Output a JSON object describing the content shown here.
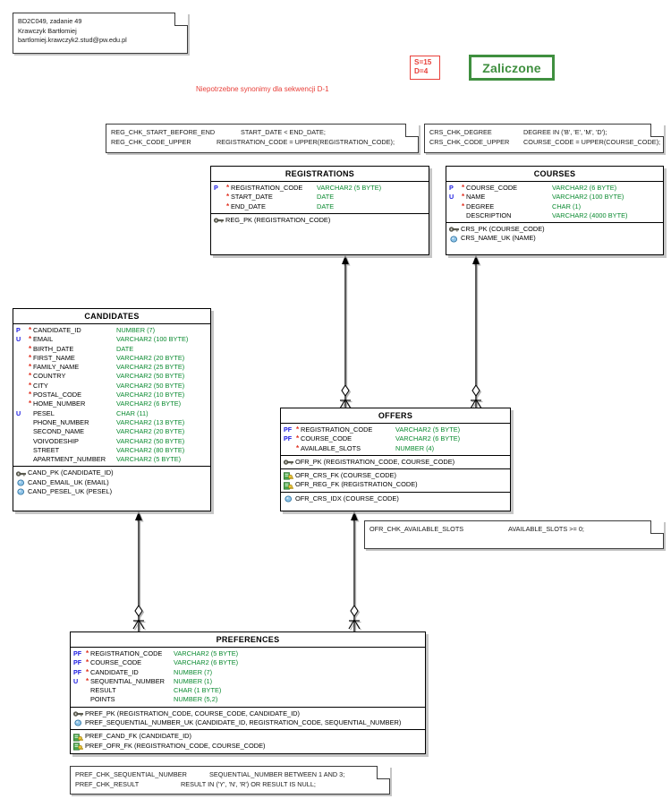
{
  "header_note": {
    "lines": [
      "BD2C049, zadanie 49",
      "Krawczyk Bartłomiej",
      "bartlomiej.krawczyk2.stud@pw.edu.pl"
    ]
  },
  "score_badge": {
    "line1": "S=15",
    "line2": "D=4",
    "color": "#e8403a"
  },
  "pass_badge": {
    "label": "Zaliczone",
    "color": "#3f8f3f"
  },
  "warning": {
    "text": "Niepotrzebne synonimy dla sekwencji D-1",
    "color": "#e8403a"
  },
  "notes": {
    "registrations_checks": {
      "rows": [
        {
          "name": "REG_CHK_START_BEFORE_END",
          "expr": "START_DATE < END_DATE;"
        },
        {
          "name": "REG_CHK_CODE_UPPER",
          "expr": "REGISTRATION_CODE = UPPER(REGISTRATION_CODE);"
        }
      ]
    },
    "courses_checks": {
      "rows": [
        {
          "name": "CRS_CHK_DEGREE",
          "expr": "DEGREE IN ('B', 'E', 'M', 'D');"
        },
        {
          "name": "CRS_CHK_CODE_UPPER",
          "expr": "COURSE_CODE = UPPER(COURSE_CODE);"
        }
      ]
    },
    "offers_checks": {
      "rows": [
        {
          "name": "OFR_CHK_AVAILABLE_SLOTS",
          "expr": "AVAILABLE_SLOTS >= 0;"
        }
      ]
    },
    "preferences_checks": {
      "rows": [
        {
          "name": "PREF_CHK_SEQUENTIAL_NUMBER",
          "expr": "SEQUENTIAL_NUMBER BETWEEN 1 AND 3;"
        },
        {
          "name": "PREF_CHK_RESULT",
          "expr": "RESULT IN ('Y', 'N', 'R') OR RESULT IS NULL;"
        }
      ]
    }
  },
  "entities": {
    "registrations": {
      "title": "REGISTRATIONS",
      "attributes": [
        {
          "key": "P",
          "mandatory": "*",
          "name": "REGISTRATION_CODE",
          "type": "VARCHAR2 (5 BYTE)"
        },
        {
          "key": "",
          "mandatory": "*",
          "name": "START_DATE",
          "type": "DATE"
        },
        {
          "key": "",
          "mandatory": "*",
          "name": "END_DATE",
          "type": "DATE"
        }
      ],
      "keys": [
        {
          "icon": "pk-icon",
          "label": "REG_PK (REGISTRATION_CODE)"
        }
      ]
    },
    "courses": {
      "title": "COURSES",
      "attributes": [
        {
          "key": "P",
          "mandatory": "*",
          "name": "COURSE_CODE",
          "type": "VARCHAR2 (6 BYTE)"
        },
        {
          "key": "U",
          "mandatory": "*",
          "name": "NAME",
          "type": "VARCHAR2 (100 BYTE)"
        },
        {
          "key": "",
          "mandatory": "*",
          "name": "DEGREE",
          "type": "CHAR (1)"
        },
        {
          "key": "",
          "mandatory": "",
          "name": "DESCRIPTION",
          "type": "VARCHAR2 (4000 BYTE)"
        }
      ],
      "keys": [
        {
          "icon": "pk-icon",
          "label": "CRS_PK (COURSE_CODE)"
        },
        {
          "icon": "uk-icon",
          "label": "CRS_NAME_UK (NAME)"
        }
      ]
    },
    "candidates": {
      "title": "CANDIDATES",
      "attributes": [
        {
          "key": "P",
          "mandatory": "*",
          "name": "CANDIDATE_ID",
          "type": "NUMBER (7)"
        },
        {
          "key": "U",
          "mandatory": "*",
          "name": "EMAIL",
          "type": "VARCHAR2 (100 BYTE)"
        },
        {
          "key": "",
          "mandatory": "*",
          "name": "BIRTH_DATE",
          "type": "DATE"
        },
        {
          "key": "",
          "mandatory": "*",
          "name": "FIRST_NAME",
          "type": "VARCHAR2 (20 BYTE)"
        },
        {
          "key": "",
          "mandatory": "*",
          "name": "FAMILY_NAME",
          "type": "VARCHAR2 (25 BYTE)"
        },
        {
          "key": "",
          "mandatory": "*",
          "name": "COUNTRY",
          "type": "VARCHAR2 (50 BYTE)"
        },
        {
          "key": "",
          "mandatory": "*",
          "name": "CITY",
          "type": "VARCHAR2 (50 BYTE)"
        },
        {
          "key": "",
          "mandatory": "*",
          "name": "POSTAL_CODE",
          "type": "VARCHAR2 (10 BYTE)"
        },
        {
          "key": "",
          "mandatory": "*",
          "name": "HOME_NUMBER",
          "type": "VARCHAR2 (6 BYTE)"
        },
        {
          "key": "U",
          "mandatory": "",
          "name": "PESEL",
          "type": "CHAR (11)"
        },
        {
          "key": "",
          "mandatory": "",
          "name": "PHONE_NUMBER",
          "type": "VARCHAR2 (13 BYTE)"
        },
        {
          "key": "",
          "mandatory": "",
          "name": "SECOND_NAME",
          "type": "VARCHAR2 (20 BYTE)"
        },
        {
          "key": "",
          "mandatory": "",
          "name": "VOIVODESHIP",
          "type": "VARCHAR2 (50 BYTE)"
        },
        {
          "key": "",
          "mandatory": "",
          "name": "STREET",
          "type": "VARCHAR2 (80 BYTE)"
        },
        {
          "key": "",
          "mandatory": "",
          "name": "APARTMENT_NUMBER",
          "type": "VARCHAR2 (5 BYTE)"
        }
      ],
      "keys": [
        {
          "icon": "pk-icon",
          "label": "CAND_PK (CANDIDATE_ID)"
        },
        {
          "icon": "uk-icon",
          "label": "CAND_EMAIL_UK (EMAIL)"
        },
        {
          "icon": "uk-icon",
          "label": "CAND_PESEL_UK (PESEL)"
        }
      ]
    },
    "offers": {
      "title": "OFFERS",
      "attributes": [
        {
          "key": "PF",
          "mandatory": "*",
          "name": "REGISTRATION_CODE",
          "type": "VARCHAR2 (5 BYTE)"
        },
        {
          "key": "PF",
          "mandatory": "*",
          "name": "COURSE_CODE",
          "type": "VARCHAR2 (6 BYTE)"
        },
        {
          "key": "",
          "mandatory": "*",
          "name": "AVAILABLE_SLOTS",
          "type": "NUMBER (4)"
        }
      ],
      "keys": [
        {
          "icon": "pk-icon",
          "label": "OFR_PK (REGISTRATION_CODE, COURSE_CODE)"
        }
      ],
      "fkeys": [
        {
          "icon": "fk-icon",
          "label": "OFR_CRS_FK (COURSE_CODE)"
        },
        {
          "icon": "fk-icon",
          "label": "OFR_REG_FK (REGISTRATION_CODE)"
        }
      ],
      "indexes": [
        {
          "icon": "index-icon",
          "label": "OFR_CRS_IDX (COURSE_CODE)"
        }
      ]
    },
    "preferences": {
      "title": "PREFERENCES",
      "attributes": [
        {
          "key": "PF",
          "mandatory": "*",
          "name": "REGISTRATION_CODE",
          "type": "VARCHAR2 (5 BYTE)"
        },
        {
          "key": "PF",
          "mandatory": "*",
          "name": "COURSE_CODE",
          "type": "VARCHAR2 (6 BYTE)"
        },
        {
          "key": "PF",
          "mandatory": "*",
          "name": "CANDIDATE_ID",
          "type": "NUMBER (7)"
        },
        {
          "key": "U",
          "mandatory": "*",
          "name": "SEQUENTIAL_NUMBER",
          "type": "NUMBER (1)"
        },
        {
          "key": "",
          "mandatory": "",
          "name": "RESULT",
          "type": "CHAR (1 BYTE)"
        },
        {
          "key": "",
          "mandatory": "",
          "name": "POINTS",
          "type": "NUMBER (5,2)"
        }
      ],
      "keys": [
        {
          "icon": "pk-icon",
          "label": "PREF_PK (REGISTRATION_CODE, COURSE_CODE, CANDIDATE_ID)"
        },
        {
          "icon": "uk-icon",
          "label": "PREF_SEQUENTIAL_NUMBER_UK (CANDIDATE_ID, REGISTRATION_CODE, SEQUENTIAL_NUMBER)"
        }
      ],
      "fkeys": [
        {
          "icon": "fk-icon",
          "label": "PREF_CAND_FK (CANDIDATE_ID)"
        },
        {
          "icon": "fk-icon",
          "label": "PREF_OFR_FK (REGISTRATION_CODE, COURSE_CODE)"
        }
      ]
    }
  },
  "relationships": [
    {
      "name": "offers-to-registrations",
      "from": "OFFERS",
      "to": "REGISTRATIONS"
    },
    {
      "name": "offers-to-courses",
      "from": "OFFERS",
      "to": "COURSES"
    },
    {
      "name": "preferences-to-candidates",
      "from": "PREFERENCES",
      "to": "CANDIDATES"
    },
    {
      "name": "preferences-to-offers",
      "from": "PREFERENCES",
      "to": "OFFERS"
    }
  ]
}
